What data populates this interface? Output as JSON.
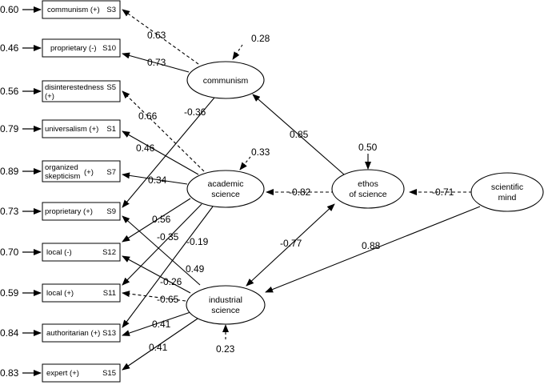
{
  "items": [
    {
      "label": "communism (+)",
      "code": "S3",
      "error": "0.60"
    },
    {
      "label": "proprietary (-)",
      "code": "S10",
      "error": "0.46"
    },
    {
      "label": "disinterestedness",
      "label2": "(+)",
      "code": "S5",
      "error": "0.56"
    },
    {
      "label": "universalism (+)",
      "code": "S1",
      "error": "0.79"
    },
    {
      "label": "organized",
      "label2": "skepticism",
      "label_suffix": "(+)",
      "code": "S7",
      "error": "0.89"
    },
    {
      "label": "proprietary (+)",
      "code": "S9",
      "error": "0.73"
    },
    {
      "label": "local (-)",
      "code": "S12",
      "error": "0.70"
    },
    {
      "label": "local (+)",
      "code": "S11",
      "error": "0.59"
    },
    {
      "label": "authoritarian (+)",
      "code": "S13",
      "error": "0.84"
    },
    {
      "label": "expert (+)",
      "code": "S15",
      "error": "0.83"
    }
  ],
  "latent": {
    "communism": {
      "label": "communism",
      "residual": "0.28"
    },
    "academic": {
      "label1": "academic",
      "label2": "science",
      "residual": "0.33"
    },
    "industrial": {
      "label1": "industrial",
      "label2": "science",
      "residual": "0.23"
    },
    "ethos": {
      "label1": "ethos",
      "label2": "of science",
      "residual": "0.50"
    },
    "mind": {
      "label1": "scientific",
      "label2": "mind"
    }
  },
  "paths": {
    "comm_s3": "0.63",
    "comm_s10": "0.73",
    "comm_s9": "-0.36",
    "acad_s5": "0.66",
    "acad_s1": "0.46",
    "acad_s7": "0.34",
    "acad_s12": "0.56",
    "acad_s11": "-0.35",
    "acad_s13": "-0.19",
    "ind_s9": "0.49",
    "ind_s12": "-0.26",
    "ind_s11": "-0.65",
    "ind_s13": "0.41",
    "ind_s15": "0.41",
    "ethos_comm": "0.85",
    "ethos_acad": "-0.82",
    "ethos_ind": "-0.77",
    "mind_ethos": "-0.71",
    "mind_ind": "0.88"
  }
}
